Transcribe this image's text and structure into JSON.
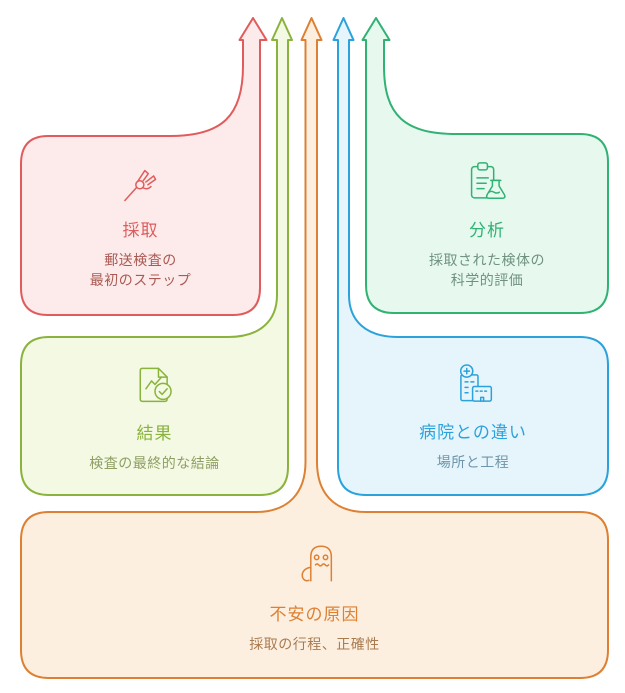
{
  "diagram": {
    "background_color": "#ffffff",
    "nodes": [
      {
        "id": "collection",
        "title": "採取",
        "subtitle": "郵送検査の\n最初のステップ",
        "icon": "swab-hand-icon",
        "stroke_color": "#e05c5c",
        "fill_color": "#fcebea",
        "subtitle_color": "#aa5a53"
      },
      {
        "id": "analysis",
        "title": "分析",
        "subtitle": "採取された検体の\n科学的評価",
        "icon": "clipboard-flask-icon",
        "stroke_color": "#30b273",
        "fill_color": "#e7f8ef",
        "subtitle_color": "#6f9280"
      },
      {
        "id": "results",
        "title": "結果",
        "subtitle": "検査の最終的な結論",
        "icon": "report-check-icon",
        "stroke_color": "#8ab33d",
        "fill_color": "#f4f9e3",
        "subtitle_color": "#8f9e63"
      },
      {
        "id": "hospital-difference",
        "title": "病院との違い",
        "subtitle": "場所と工程",
        "icon": "hospital-icon",
        "stroke_color": "#2ba2db",
        "fill_color": "#e6f5fc",
        "subtitle_color": "#6e95a9"
      },
      {
        "id": "anxiety-cause",
        "title": "不安の原因",
        "subtitle": "採取の行程、正確性",
        "icon": "worried-ghost-icon",
        "stroke_color": "#dd8033",
        "fill_color": "#fdefe0",
        "subtitle_color": "#a97b50"
      }
    ]
  }
}
